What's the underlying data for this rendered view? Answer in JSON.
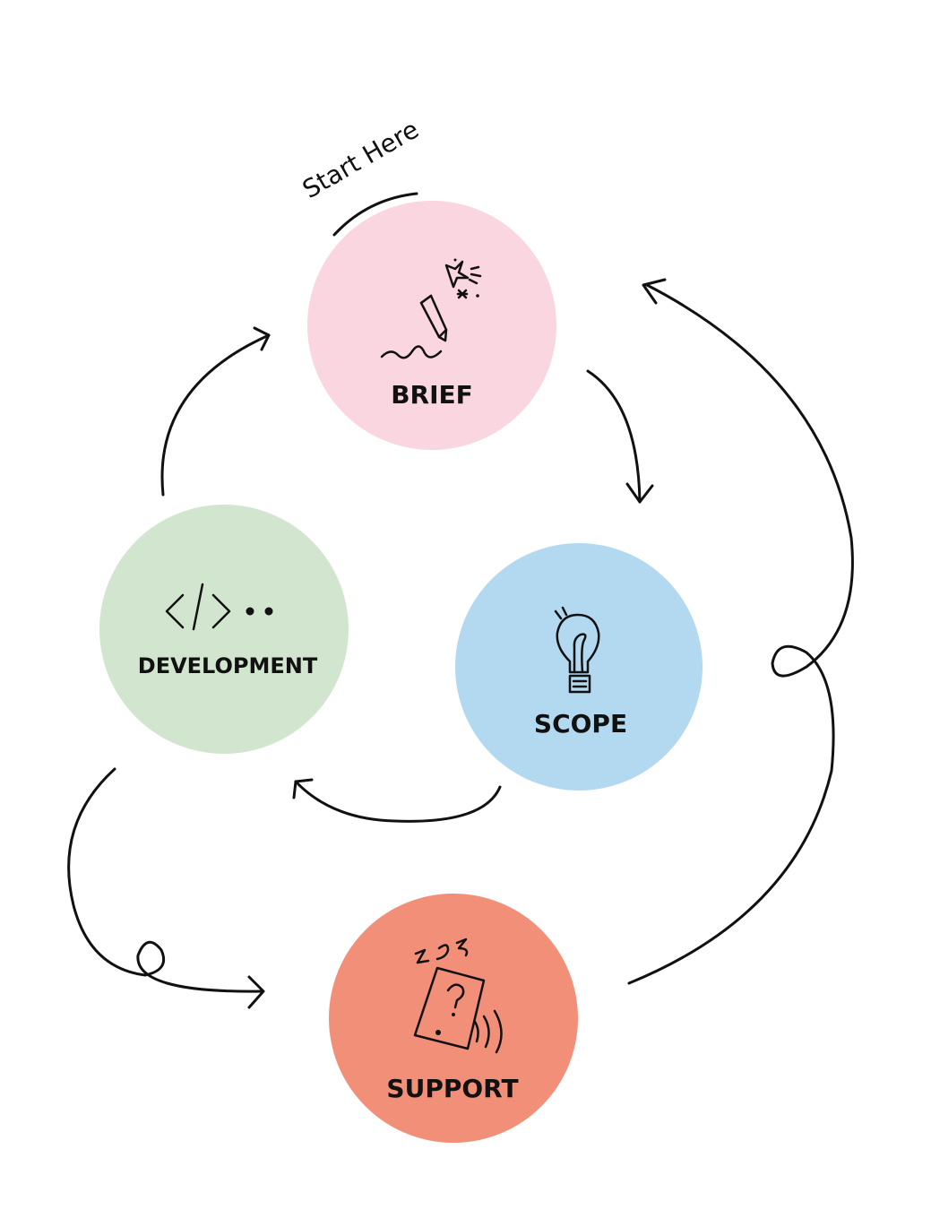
{
  "start_note": "Start Here",
  "colors": {
    "brief": "#FAD6E0",
    "scope": "#B2D9F0",
    "development": "#D2E6CF",
    "support": "#F28F79",
    "ink": "#111111"
  },
  "nodes": {
    "brief": {
      "label": "BRIEF",
      "icon": "pencil-sparkle-icon"
    },
    "scope": {
      "label": "SCOPE",
      "icon": "lightbulb-icon"
    },
    "development": {
      "label": "DEVELOPMENT",
      "icon": "code-icon"
    },
    "support": {
      "label": "SUPPORT",
      "icon": "phone-question-icon"
    }
  }
}
